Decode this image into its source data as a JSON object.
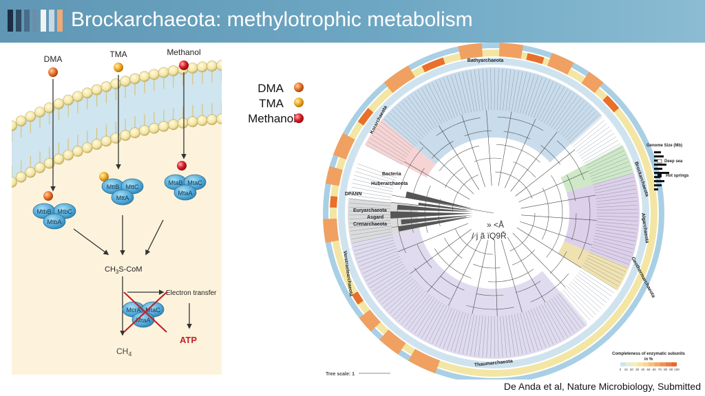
{
  "slide": {
    "title": "Brockarchaeota: methylotrophic metabolism",
    "citation": "De Anda et al, Nature Microbiology, Submitted",
    "stripe_colors": [
      "#1c2c42",
      "#2f4a63",
      "#4a6c88",
      "#6a8fab",
      "#f2f2f2",
      "#c9d8e4",
      "#f0a978"
    ]
  },
  "pathway": {
    "substrates": {
      "dma": "DMA",
      "tma": "TMA",
      "methanol": "Methanol"
    },
    "enzymes": {
      "dma": {
        "b": "MtbB",
        "c": "MtbC",
        "a": "MtbA"
      },
      "tma": {
        "b": "MttB",
        "c": "MttC",
        "a": "MttA"
      },
      "methanol": {
        "b": "MtaB",
        "c": "MtaC",
        "a": "MtaA"
      },
      "mcr": {
        "a": "McrA",
        "c": "MtaC",
        "b": "MtaA"
      }
    },
    "intermediate": {
      "pre": "CH",
      "sub": "3",
      "post": "S-CoM"
    },
    "electron_transfer": "Electron transfer",
    "atp": "ATP",
    "product": {
      "pre": "CH",
      "sub": "4"
    },
    "colors": {
      "dma": "#e8702a",
      "tma": "#f0a824",
      "methanol": "#e0202a",
      "enzyme": "#3d9ec9",
      "cross": "#c0202a",
      "atp": "#c0202a"
    }
  },
  "legend": {
    "items": [
      "DMA",
      "TMA",
      "Methanol"
    ]
  },
  "tree": {
    "clades": {
      "bathyarchaeota": "Bathyarchaeota",
      "korarchaeota": "Korarchaeota",
      "brockarchaeota": "Brockarchaeota",
      "algarchaeota": "Algarchaeota",
      "geothermarchaeota": "Geothermarchaeota",
      "thaumarchaeota": "Thaumarchaeota",
      "verstraetearchaeota": "Verstraetearchaeota",
      "bacteria": "Bacteria",
      "huberarchaeota": "Huberarchaeota",
      "dpann": "DPANN",
      "euryarchaeota": "Euryarchaeota",
      "asgard": "Asgard",
      "crenarchaeota": "Crenarchaeota"
    },
    "legend": {
      "genome_size": "Genome Size (Mb)",
      "deep_sea": "Deep sea",
      "hot_springs": "Hot springs",
      "completeness_title_1": "Completeness of enzymatic subunits",
      "completeness_title_2": "in %",
      "completeness_ticks": [
        "0",
        "10",
        "20",
        "30",
        "40",
        "50",
        "60",
        "70",
        "80",
        "90",
        "100"
      ],
      "tree_scale": "Tree scale: 1"
    },
    "center_glyphs": {
      "line1": "»  <Å",
      "line2": "/  j  ã  ïQ9Ř"
    }
  }
}
